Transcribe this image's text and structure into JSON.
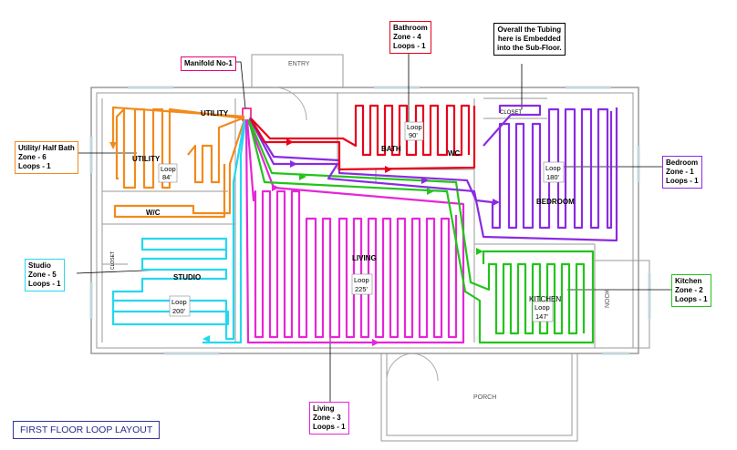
{
  "callouts": {
    "bathroom": [
      "Bathroom",
      "Zone - 4",
      "Loops - 1"
    ],
    "note": [
      "Overall the Tubing",
      "here is Embedded",
      "into the Sub-Floor."
    ],
    "manifold": "Manifold No-1",
    "utility": [
      "Utility/ Half Bath",
      "Zone - 6",
      "Loops - 1"
    ],
    "bedroom": [
      "Bedroom",
      "Zone - 1",
      "Loops - 1"
    ],
    "studio": [
      "Studio",
      "Zone - 5",
      "Loops - 1"
    ],
    "kitchen": [
      "Kitchen",
      "Zone - 2",
      "Loops - 1"
    ],
    "living": [
      "Living",
      "Zone - 3",
      "Loops - 1"
    ]
  },
  "rooms": {
    "utility_top": "UTILITY",
    "utility": "UTILITY",
    "wc_left": "W/C",
    "studio": "STUDIO",
    "closet_left": "CLOSET",
    "bath": "BATH",
    "wc_right": "WC",
    "closet_top": "CLOSET",
    "bedroom": "BEDROOM",
    "living": "LIVING",
    "kitchen": "KITCHEN",
    "nook": "NOOK",
    "entry": "ENTRY",
    "porch": "PORCH"
  },
  "loops": {
    "utility": [
      "Loop",
      "84'"
    ],
    "bath": [
      "Loop",
      "90'"
    ],
    "bedroom": [
      "Loop",
      "180'"
    ],
    "living": [
      "Loop",
      "225'"
    ],
    "studio": [
      "Loop",
      "200'"
    ],
    "kitchen": [
      "Loop",
      "147'"
    ]
  },
  "footer_title": "FIRST FLOOR LOOP LAYOUT",
  "colors": {
    "bedroom": "#8a2be2",
    "kitchen": "#23c41b",
    "living": "#e626d8",
    "bathroom": "#e8001c",
    "studio": "#25d7f0",
    "utility": "#f28a1c",
    "manifold": "#e6007e",
    "title": "#2a2a8c"
  }
}
